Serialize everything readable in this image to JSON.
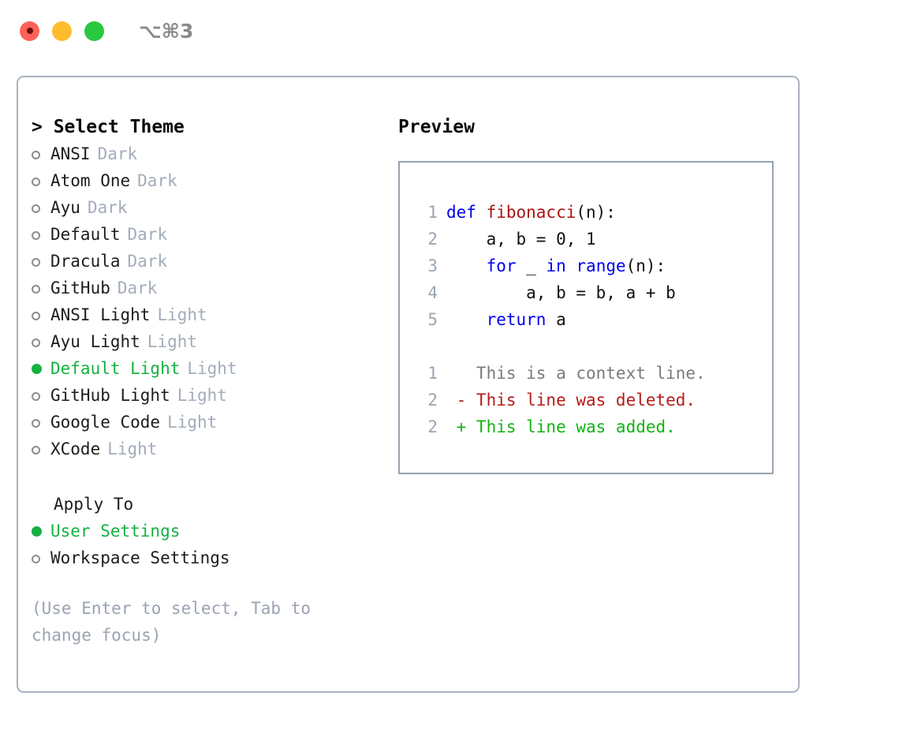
{
  "window": {
    "shortcut": "⌥⌘3",
    "controls": [
      "close",
      "minimize",
      "maximize"
    ]
  },
  "theme_picker": {
    "title": "> Select Theme",
    "items": [
      {
        "name": "ANSI",
        "tag": "Dark",
        "selected": false
      },
      {
        "name": "Atom One",
        "tag": "Dark",
        "selected": false
      },
      {
        "name": "Ayu",
        "tag": "Dark",
        "selected": false
      },
      {
        "name": "Default",
        "tag": "Dark",
        "selected": false
      },
      {
        "name": "Dracula",
        "tag": "Dark",
        "selected": false
      },
      {
        "name": "GitHub",
        "tag": "Dark",
        "selected": false
      },
      {
        "name": "ANSI Light",
        "tag": "Light",
        "selected": false
      },
      {
        "name": "Ayu Light",
        "tag": "Light",
        "selected": false
      },
      {
        "name": "Default Light",
        "tag": "Light",
        "selected": true
      },
      {
        "name": "GitHub Light",
        "tag": "Light",
        "selected": false
      },
      {
        "name": "Google Code",
        "tag": "Light",
        "selected": false
      },
      {
        "name": "XCode",
        "tag": "Light",
        "selected": false
      }
    ]
  },
  "apply_to": {
    "title": "Apply To",
    "options": [
      {
        "name": "User Settings",
        "selected": true
      },
      {
        "name": "Workspace Settings",
        "selected": false
      }
    ]
  },
  "hint": "(Use Enter to select, Tab to change focus)",
  "preview": {
    "title": "Preview",
    "code_lines": [
      {
        "number": "1",
        "tokens": [
          {
            "t": "def ",
            "c": "kw"
          },
          {
            "t": "fibonacci",
            "c": "fn"
          },
          {
            "t": "(n):",
            "c": "pl"
          }
        ]
      },
      {
        "number": "2",
        "tokens": [
          {
            "t": "    a, b = 0, 1",
            "c": "pl"
          }
        ]
      },
      {
        "number": "3",
        "tokens": [
          {
            "t": "    ",
            "c": "pl"
          },
          {
            "t": "for",
            "c": "kw"
          },
          {
            "t": " _ ",
            "c": "pl"
          },
          {
            "t": "in",
            "c": "kw"
          },
          {
            "t": " ",
            "c": "pl"
          },
          {
            "t": "range",
            "c": "kw"
          },
          {
            "t": "(n):",
            "c": "pl"
          }
        ]
      },
      {
        "number": "4",
        "tokens": [
          {
            "t": "        a, b = b, a + b",
            "c": "pl"
          }
        ]
      },
      {
        "number": "5",
        "tokens": [
          {
            "t": "    ",
            "c": "pl"
          },
          {
            "t": "return",
            "c": "kw"
          },
          {
            "t": " a",
            "c": "pl"
          }
        ]
      }
    ],
    "diff_lines": [
      {
        "number": "1",
        "sign": " ",
        "text": " This is a context line.",
        "kind": "ctx"
      },
      {
        "number": "2",
        "sign": "-",
        "text": " This line was deleted.",
        "kind": "del"
      },
      {
        "number": "2",
        "sign": "+",
        "text": " This line was added.",
        "kind": "add"
      }
    ]
  },
  "colors": {
    "accent_green": "#14b141",
    "muted": "#a3acbb",
    "keyword_blue": "#0000ee",
    "function_red": "#a81414",
    "diff_delete": "#b51b1b",
    "diff_add": "#12b412",
    "border": "#a9b2bf"
  }
}
